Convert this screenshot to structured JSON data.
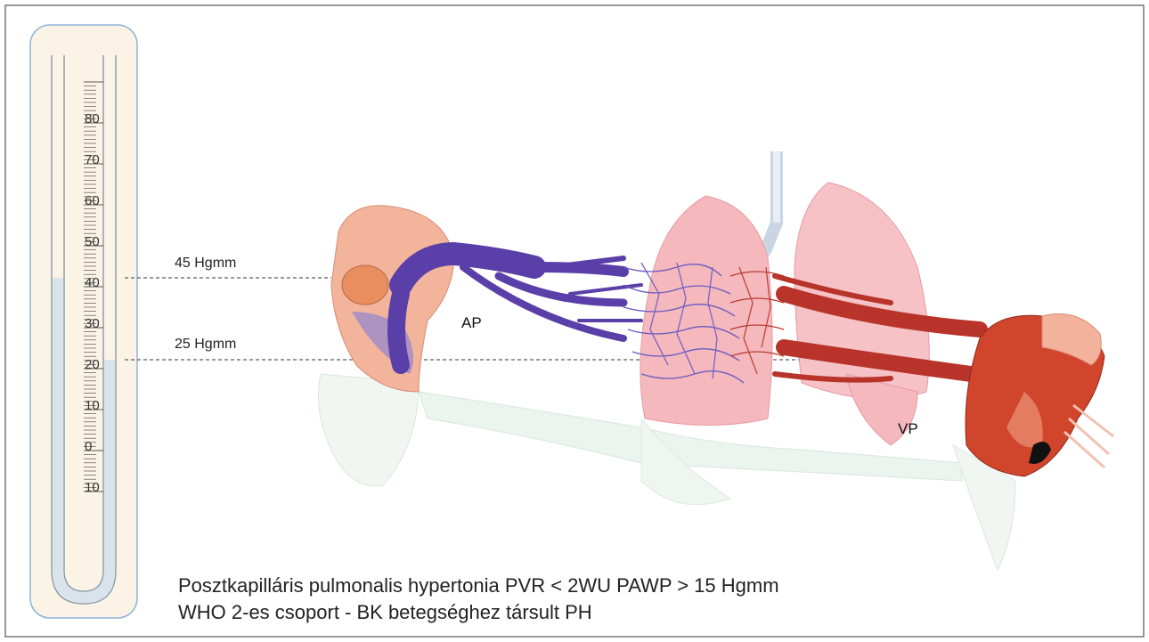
{
  "manometer": {
    "ticks": [
      80,
      70,
      60,
      50,
      40,
      30,
      20,
      10,
      0,
      10
    ],
    "tube_color": "#d9e3ec",
    "panel_color": "#fbf4e6"
  },
  "levels": {
    "high": "45 Hgmm",
    "low": "25 Hgmm"
  },
  "labels": {
    "ap": "AP",
    "vp": "VP"
  },
  "colors": {
    "arterial": "#5b3fa8",
    "venous": "#b8342a",
    "lung": "#f4b8bd",
    "reflection": "#cfe3d6"
  },
  "caption": {
    "line1": "Posztkapilláris pulmonalis hypertonia PVR < 2WU   PAWP > 15 Hgmm",
    "line2": "WHO 2-es csoport - BK betegséghez társult PH"
  }
}
